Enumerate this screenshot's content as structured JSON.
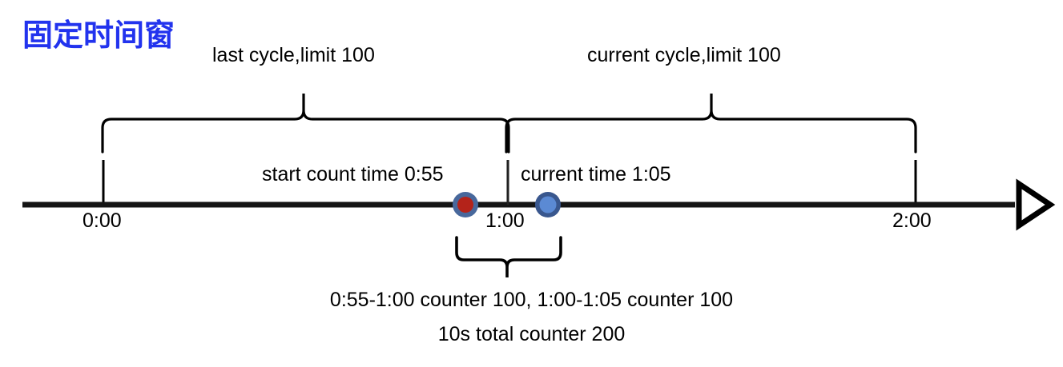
{
  "diagram": {
    "title": "固定时间窗",
    "title_color": "#2233ee",
    "background": "#ffffff"
  },
  "brackets": {
    "last_cycle": {
      "label": "last cycle,limit 100",
      "span_start": "0:00",
      "span_end": "1:00"
    },
    "current_cycle": {
      "label": "current cycle,limit 100",
      "span_start": "1:00",
      "span_end": "2:00"
    },
    "window_bracket": {
      "span_start": "0:55",
      "span_end": "1:05"
    }
  },
  "timeline": {
    "axis_color": "#151515",
    "arrow_name": "right-arrow-head",
    "ticks": [
      {
        "label": "0:00"
      },
      {
        "label": "1:00"
      },
      {
        "label": "2:00"
      }
    ],
    "markers": [
      {
        "name": "start-count-marker",
        "label": "start count time 0:55",
        "time": "0:55",
        "fill": "#b4231a",
        "ring": "#48689c"
      },
      {
        "name": "current-time-marker",
        "label": "current time 1:05",
        "time": "1:05",
        "fill": "#5b8ad4",
        "ring": "#39578e"
      }
    ]
  },
  "footer": {
    "counter_detail": "0:55-1:00 counter 100, 1:00-1:05 counter 100",
    "counter_total": "10s total counter 200"
  },
  "chart_data": {
    "type": "timeline",
    "title": "固定时间窗",
    "xlabel": "",
    "ylabel": "",
    "x_ticks": [
      "0:00",
      "1:00",
      "2:00"
    ],
    "x_tick_positions": [
      129,
      634,
      1143
    ],
    "xlim": [
      0,
      120
    ],
    "grid": false,
    "legend": "none",
    "events": [
      {
        "label": "start count time 0:55",
        "time": "0:55",
        "seconds": 55,
        "counter": 100,
        "color": "#b4231a"
      },
      {
        "label": "current time 1:05",
        "time": "1:05",
        "seconds": 65,
        "counter": 100,
        "color": "#5b8ad4"
      }
    ],
    "windows": [
      {
        "label": "last cycle,limit 100",
        "start": "0:00",
        "end": "1:00",
        "limit": 100
      },
      {
        "label": "current cycle,limit 100",
        "start": "1:00",
        "end": "2:00",
        "limit": 100
      },
      {
        "label": "10s total counter 200",
        "start": "0:55",
        "end": "1:05",
        "total": 200
      }
    ],
    "annotations": [
      "0:55-1:00 counter 100, 1:00-1:05 counter 100",
      "10s total counter 200"
    ]
  }
}
